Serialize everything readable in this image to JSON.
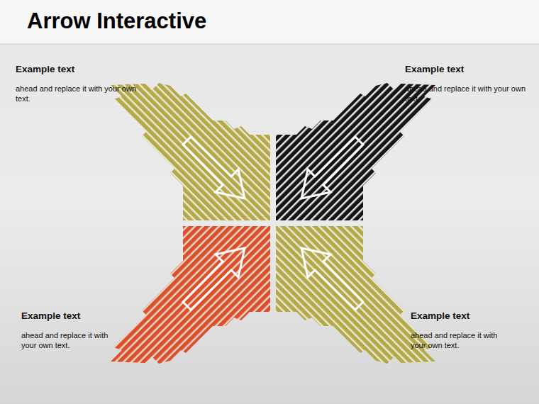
{
  "diagram": {
    "title": "Arrow Interactive",
    "labels": [
      "Example text",
      "ahead and replace it with your own text.",
      "Example text",
      "ahead and replace it with your own text.",
      "Example text",
      "ahead and replace it with your own text.",
      "Example text",
      "ahead and replace it with your own text."
    ]
  }
}
